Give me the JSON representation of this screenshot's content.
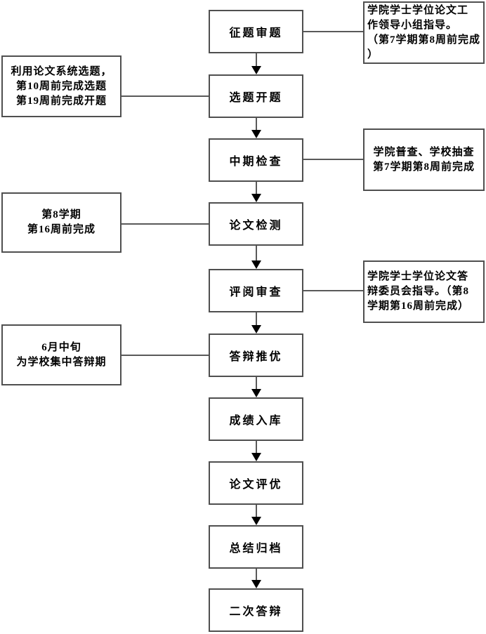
{
  "diagram_type": "flowchart",
  "colors": {
    "background": "#ffffff",
    "box_border": "#4f4f4f",
    "connector_line": "#595959",
    "arrowhead": "#000000",
    "text": "#000000"
  },
  "flow": {
    "steps": [
      {
        "label": "征题审题"
      },
      {
        "label": "选题开题"
      },
      {
        "label": "中期检查"
      },
      {
        "label": "论文检测"
      },
      {
        "label": "评阅审查"
      },
      {
        "label": "答辩推优"
      },
      {
        "label": "成绩入库"
      },
      {
        "label": "论文评优"
      },
      {
        "label": "总结归档"
      },
      {
        "label": "二次答辩"
      }
    ]
  },
  "annotations": {
    "left": [
      {
        "label": "利用论文系统选题，\n第10周前完成选题\n第19周前完成开题",
        "connects_to": "选题开题"
      },
      {
        "label": "第8学期\n第16周前完成",
        "connects_to": "论文检测"
      },
      {
        "label": "6月中旬\n为学校集中答辩期",
        "connects_to": "答辩推优"
      }
    ],
    "right": [
      {
        "label": "学院学士学位论文工\n作领导小组指导。\n（第7学期第8周前完成\n）",
        "connects_to": "征题审题"
      },
      {
        "label": "学院普查、学校抽查\n第7学期第8周前完成",
        "connects_to": "中期检查"
      },
      {
        "label": "学院学士学位论文答\n辩委员会指导。（第8\n学期第16周前完成）",
        "connects_to": "评阅审查"
      }
    ]
  }
}
